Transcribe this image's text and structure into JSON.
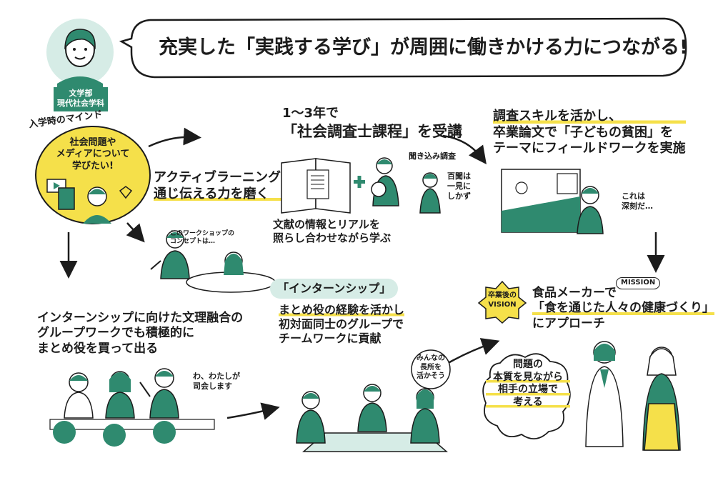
{
  "headline": "充実した「実践する学び」が周囲に働きかける力につながる!",
  "profile": {
    "department_line1": "文学部",
    "department_line2": "現代社会学科"
  },
  "mind_title": "入学時のマインド",
  "mind_bubble": [
    "社会問題や",
    "メディアについて",
    "学びたい!"
  ],
  "active_learning": [
    "アクティブラーニングを",
    "通じ伝える力を磨く"
  ],
  "workshop_speech": [
    "このワークショップの",
    "コンセプトは…"
  ],
  "survey_course": {
    "line1": "1〜3年で",
    "line2": "「社会調査士課程」を受講"
  },
  "interview_label": "聞き込み調査",
  "hyakubun": [
    "百聞は",
    "一見に",
    "しかず"
  ],
  "compare_text": [
    "文献の情報とリアルを",
    "照らし合わせながら学ぶ"
  ],
  "fieldwork": [
    "調査スキルを活かし、",
    "卒業論文で「子どもの貧困」を",
    "テーマにフィールドワークを実施"
  ],
  "fieldwork_speech": [
    "これは",
    "深刻だ…"
  ],
  "group_work": [
    "インターンシップに向けた文理融合の",
    "グループワークでも積極的に",
    "まとめ役を買って出る"
  ],
  "chair_speech": [
    "わ、わたしが",
    "司会します"
  ],
  "internship_label": "「インターンシップ」",
  "internship": [
    "まとめ役の経験を活かし",
    "初対面同士のグループで",
    "チームワークに貢献"
  ],
  "strengths_speech": [
    "みんなの",
    "長所を",
    "活かそう"
  ],
  "vision_badge": [
    "卒業後の",
    "VISION"
  ],
  "mission_label": "MISSION",
  "vision": [
    "食品メーカーで",
    "「食を通じた人々の健康づくり」",
    "にアプローチ"
  ],
  "thought_bubble": [
    "問題の",
    "本質を見ながら",
    "相手の立場で",
    "考える"
  ],
  "colors": {
    "teal": "#2f8a6f",
    "teal_light": "#d6ece6",
    "yellow": "#f5e04a",
    "ink": "#1c1c1c"
  }
}
